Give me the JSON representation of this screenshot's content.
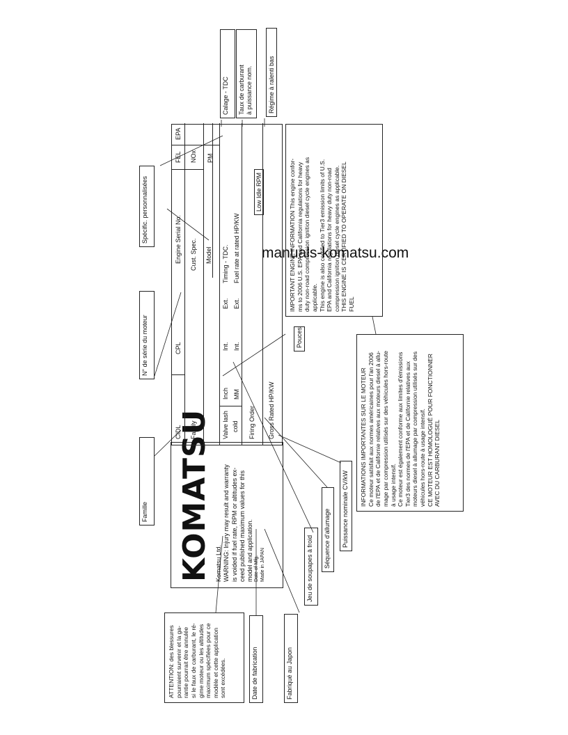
{
  "watermark": "manuals-komatsu.com",
  "plate": {
    "logo": "KOMATSU",
    "company": "Komatsu Ltd.",
    "warning": [
      "WARNING: Injury may result and warranty",
      "is voided if fuel rate, RPM or altitudes ex-",
      "ceed published maximum values for this",
      "model and application."
    ],
    "date_of_mfg": "Date of Mfg.",
    "made_in": "Made in JAPAN"
  },
  "table": {
    "cidl": "CIDL",
    "cpl": "CPL",
    "engine_serial": "Engine Serial No.",
    "fel": "FEL",
    "epa": "EPA",
    "family": "Family",
    "cust_spec": "Cust. Spec.",
    "nox": "NOx",
    "model": "Model",
    "pm": "PM",
    "valve_lash": "Valve lash",
    "cold": "cold",
    "inch": "Inch",
    "int1": "Int.",
    "ext1": "Ext.",
    "timing": "Timing - TDC.",
    "mm": "MM",
    "int2": "Int.",
    "ext2": "Ext.",
    "fuel_rate": "Fuel rate at rated HP/KW",
    "firing_order": "Firing Order",
    "low_idle": "Low Idle RPM",
    "gross_rated": "Gross Rated HP/KW"
  },
  "info_en": [
    "IMPORTANT ENGINE INFORMATION This engine confor-",
    "ms to 2006 U.S. EPA and California regulations for heavy",
    "duty non-road compression ignition diesel cycle engines as",
    "applicable.",
    "This engine is also certified to Tier3 emission limits of U.S.",
    "EPA and California regulations for heavy duty non-road",
    "compression ignition diesel cycle engines as applicable.",
    "THIS ENGINE IS CERTIFIED TO OPERATE ON DIESEL",
    "FUEL"
  ],
  "info_fr": [
    "INFORMATIONS IMPORTANTES SUR LE MOTEUR",
    "Ce moteur satisfait aux normes américaines pour l'an 2006",
    "de l'EPA et de Californie relatives aux moteurs diesel à allu-",
    "mage par compression utilisés sur des véhicules hors-route",
    "à usage intensif.",
    "Ce moteur est également conforme aux limites d'émissions",
    "Tier3 des normes de l'EPA et de Californie relatives aux",
    "moteurs diesel à allumage par compression utilisés sur des",
    "véhicules hors-route à usage intensif.",
    "CE MOTEUR EST HOMOLOGUÉ POUR FONCTIONNER",
    "AVEC DU CARBURANT DIESEL"
  ],
  "attention_fr": [
    "ATTENTION: des blessures",
    "pourraient survenir et la ga-",
    "rantie pourrait être annulée",
    "si le faux de carburant, le ré-",
    "gime moteur ou les altitudes",
    "maximum spécifiées pour ce",
    "modèle et cette application",
    "sont excédées."
  ],
  "labels": {
    "famille": "Famille",
    "serie": "N° de série du moteur",
    "specif": "Spécific. personnalisées",
    "calage": "Calage - TDC",
    "taux1": "Taux de carburant",
    "taux2": "à puissance nom.",
    "regime": "Régime à ralenti bas",
    "pouces": "Pouces",
    "jeu": "Jeu de soupapes à froid",
    "sequence": "Séquence d'allumage",
    "puissance": "Puissance nominale CV/kW",
    "date_fab": "Date de fabrication",
    "fabrique": "Fabriqué au Japon"
  }
}
